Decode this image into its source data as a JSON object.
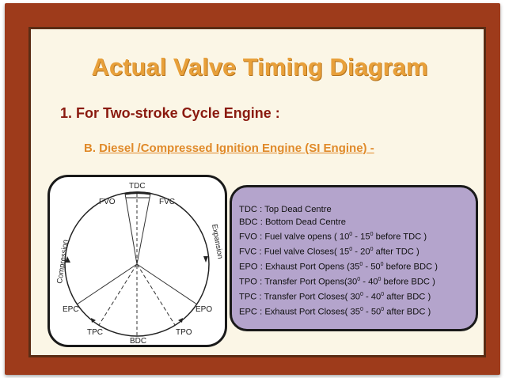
{
  "slide": {
    "title": "Actual Valve Timing Diagram",
    "heading": "1.  For Two-stroke Cycle Engine :",
    "subheading_prefix": "B. ",
    "subheading": "Diesel /Compressed Ignition Engine (SI Engine) -"
  },
  "diagram": {
    "labels": {
      "tdc": "TDC",
      "bdc": "BDC",
      "fvo": "FVO",
      "fvc": "FVC",
      "epc": "EPC",
      "epo": "EPO",
      "tpc": "TPC",
      "tpo": "TPO",
      "compression": "Compression",
      "expansion": "Expansion"
    }
  },
  "legend": [
    {
      "pre": "TDC : Top Dead Centre"
    },
    {
      "pre": "BDC : Bottom Dead Centre"
    },
    {
      "pre": "FVO :  Fuel valve opens ( 10",
      "sup1": "0",
      "mid": " -  15",
      "sup2": "0",
      "post": "  before TDC )"
    },
    {
      "pre": "FVC  :  Fuel valve Closes( 15",
      "sup1": "0",
      "mid": " -  20",
      "sup2": "0",
      "post": "  after TDC )"
    },
    {
      "pre": "EPO  :  Exhaust Port Opens (35",
      "sup1": "0",
      "mid": " -  50",
      "sup2": "0",
      "post": "  before BDC )"
    },
    {
      "pre": "TPO  :  Transfer Port Opens(30",
      "sup1": "0",
      "mid": " -  40",
      "sup2": "0",
      "post": " before BDC )"
    },
    {
      "pre": "TPC  : Transfer Port Closes( 30",
      "sup1": "0",
      "mid": " -  40",
      "sup2": "0",
      "post": "  after BDC )"
    },
    {
      "pre": "EPC  : Exhaust Port Closes( 35",
      "sup1": "0",
      "mid": " -  50",
      "sup2": "0",
      "post": "  after BDC )"
    }
  ],
  "colors": {
    "frame": "#9e3b1b",
    "panel": "#fbf6e6",
    "title": "#e8a03a",
    "heading": "#8a1a0f",
    "subheading": "#e08a2a",
    "legend_bg": "#b4a4cc"
  }
}
